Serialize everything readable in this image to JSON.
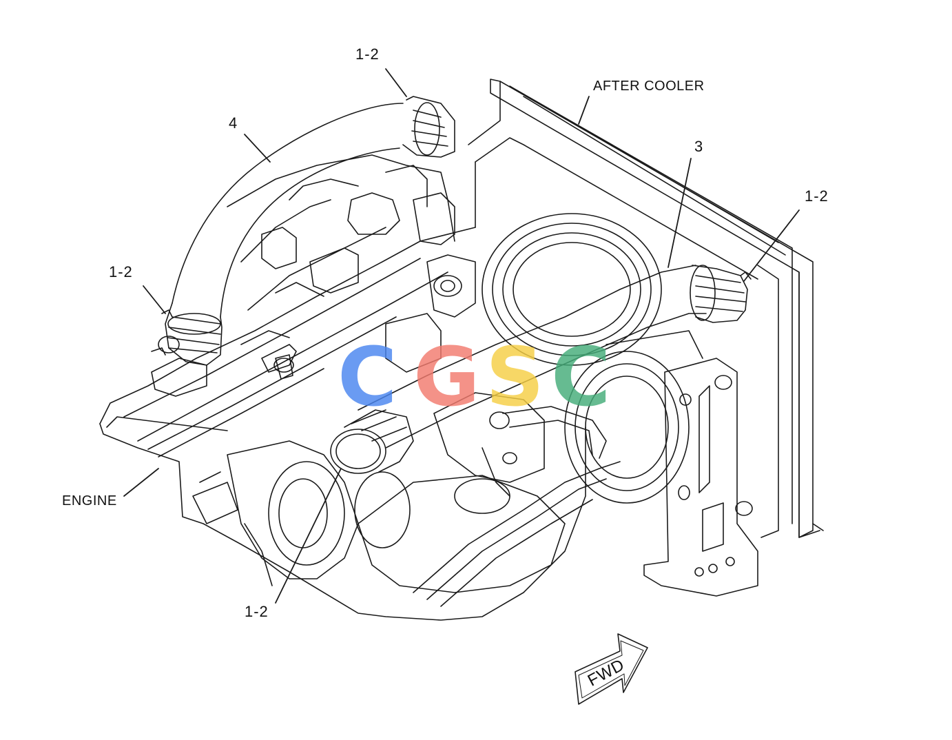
{
  "callouts": {
    "top_clamp": "1-2",
    "hose_4": "4",
    "left_clamp": "1-2",
    "hose_3": "3",
    "right_clamp": "1-2",
    "bottom_clamp": "1-2"
  },
  "labels": {
    "after_cooler": "AFTER COOLER",
    "engine": "ENGINE",
    "forward_arrow": "FWD"
  },
  "watermark": {
    "letters": [
      "C",
      "G",
      "S",
      "C"
    ],
    "colors": [
      "#4a86f0",
      "#f27b6f",
      "#f6cf45",
      "#45ad7a"
    ]
  },
  "colors": {
    "line": "#1a1a1a"
  }
}
